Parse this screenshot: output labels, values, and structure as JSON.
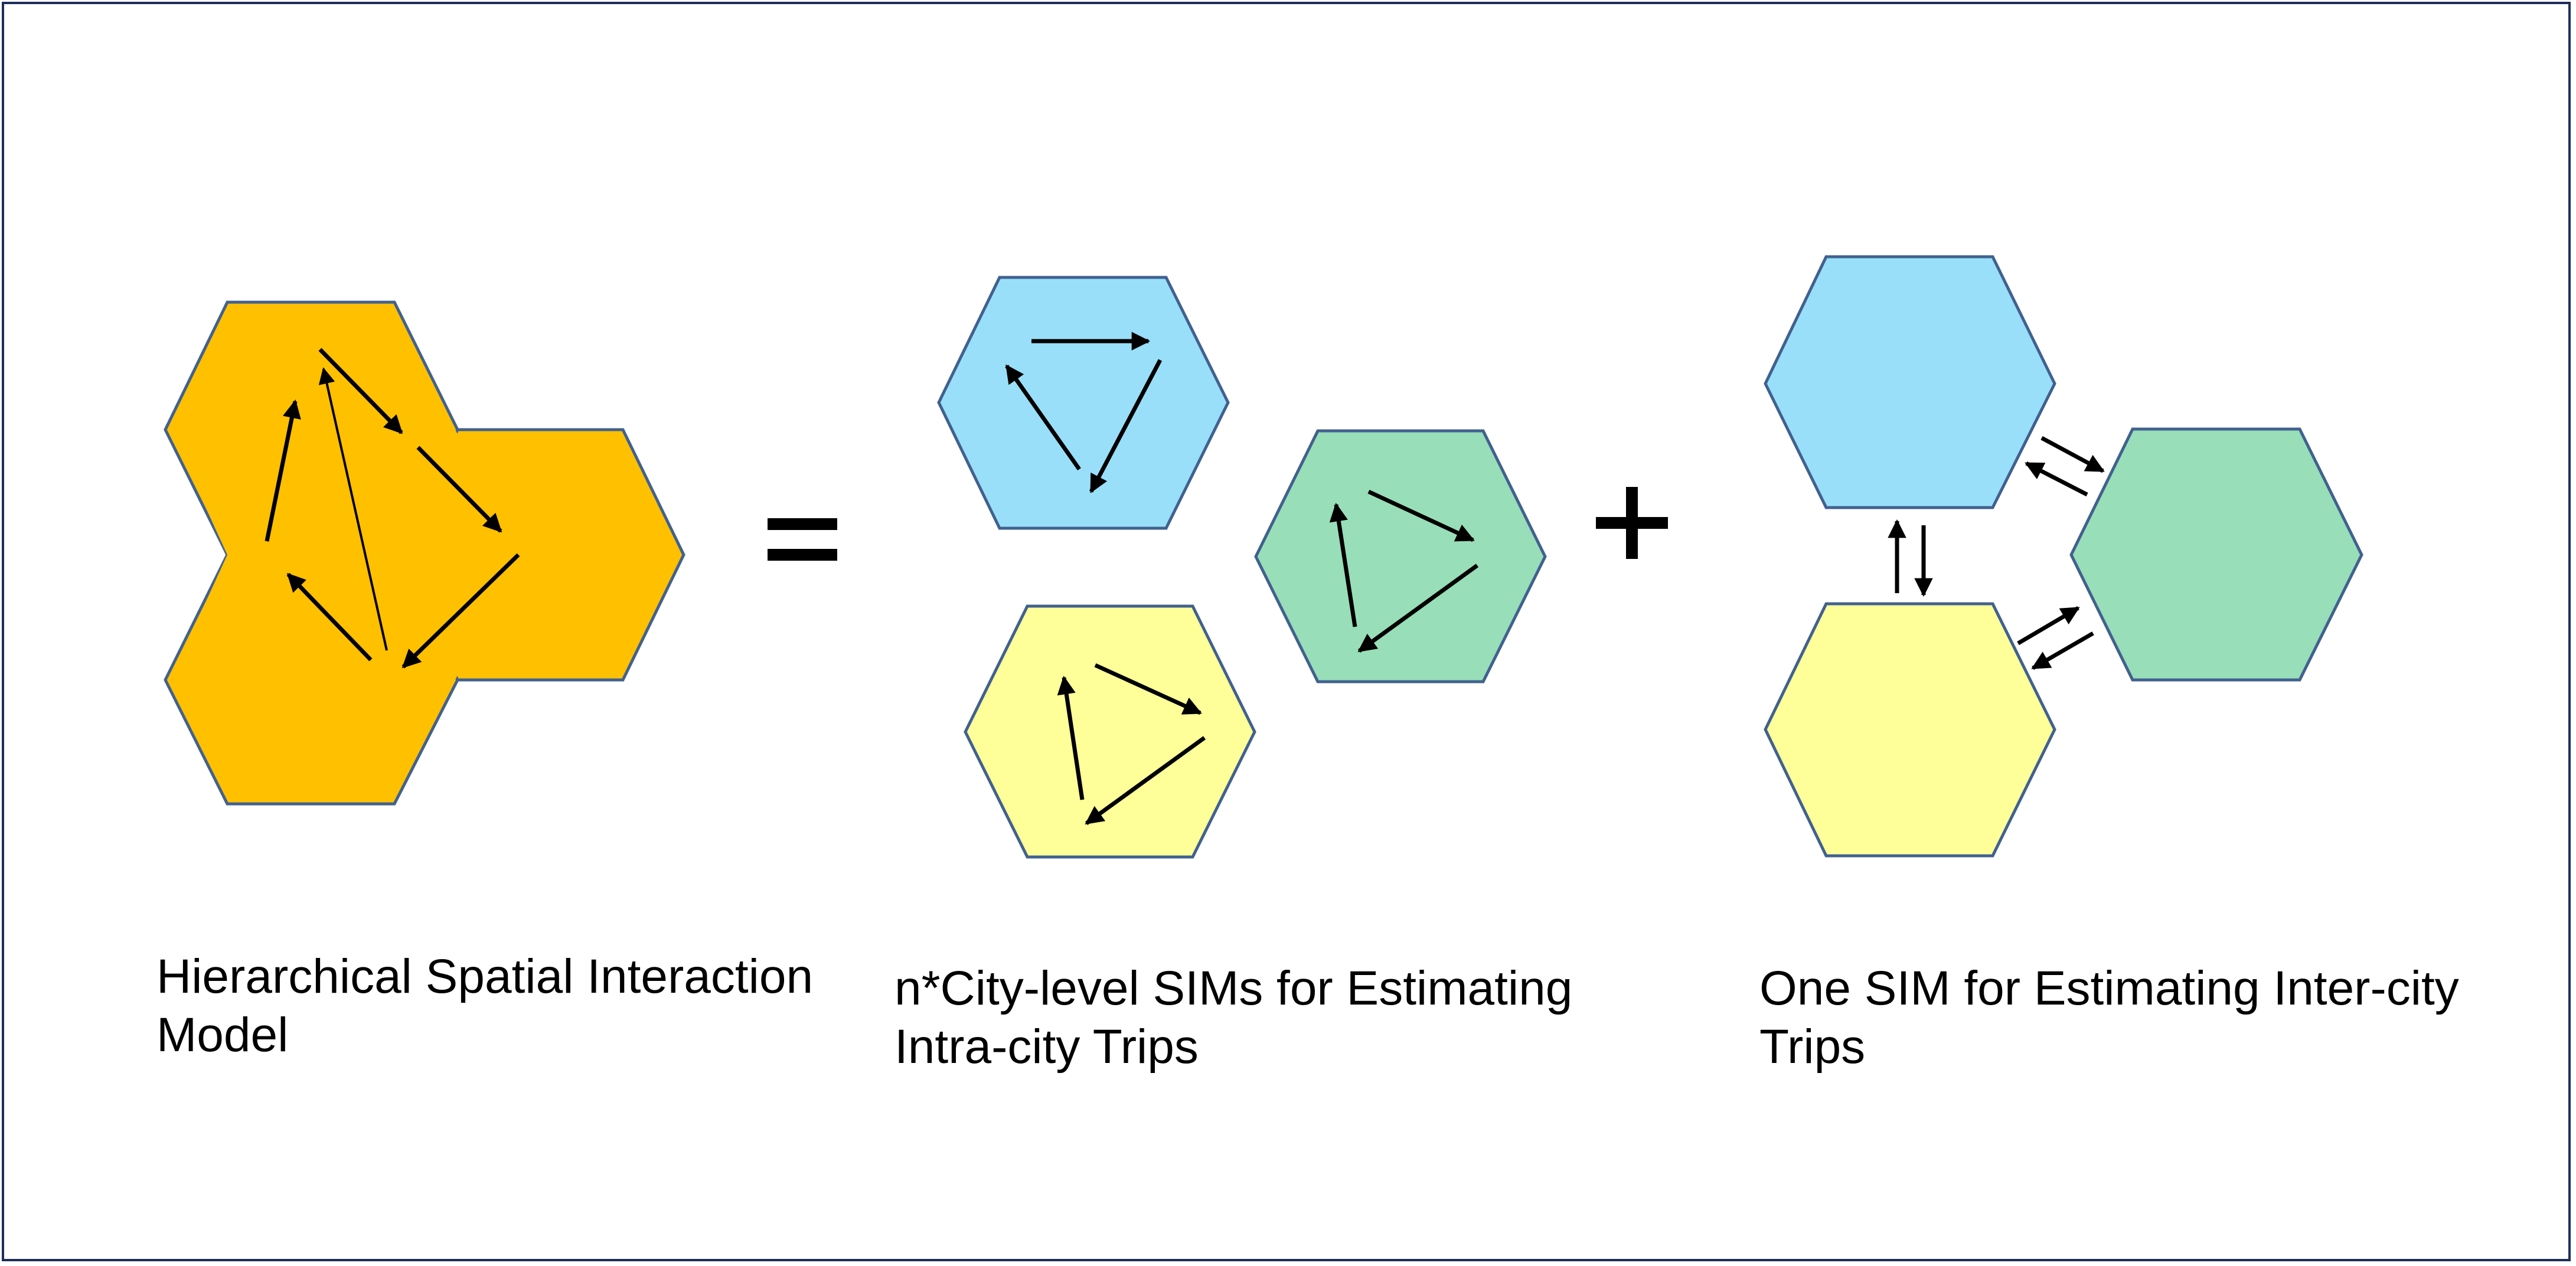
{
  "colors": {
    "orange": "#FFC000",
    "blue": "#99DFF9",
    "green": "#98DEB8",
    "yellow": "#FFFF99",
    "hex_stroke": "#41618F",
    "frame": "#1F2D5A"
  },
  "operators": {
    "equals": "=",
    "plus": "+"
  },
  "captions": {
    "left": {
      "line1": "Hierarchical Spatial Interaction",
      "line2": "Model"
    },
    "middle": {
      "line1": "n*City-level SIMs for Estimating",
      "line2": "Intra-city Trips"
    },
    "right": {
      "line1": "One SIM for Estimating Inter-city",
      "line2": "Trips"
    }
  }
}
